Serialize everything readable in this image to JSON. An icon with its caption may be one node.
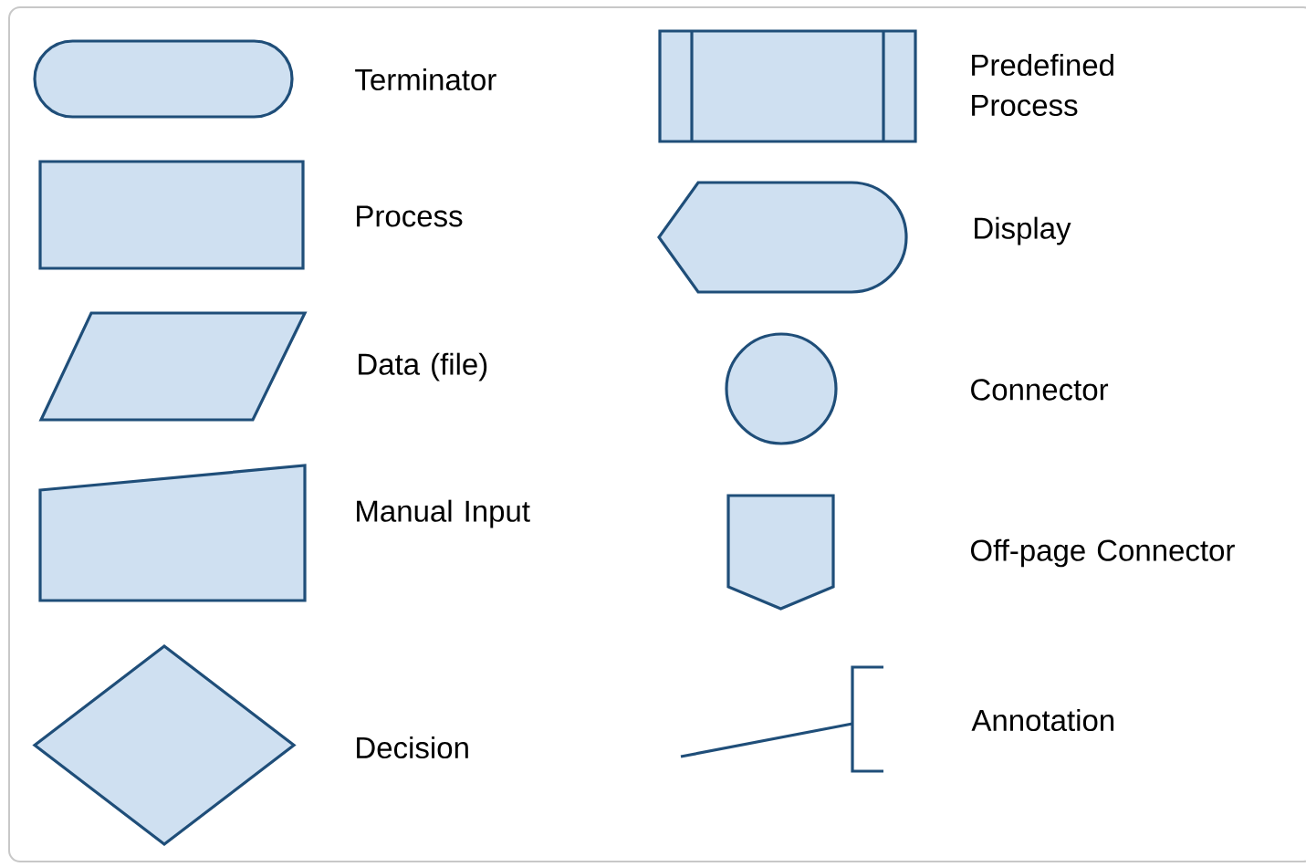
{
  "diagram": {
    "nodes": [
      {
        "text": [],
        "shape": "terminator"
      },
      {
        "text": [],
        "shape": "box"
      },
      {
        "text": [],
        "shape": "parallelogram"
      },
      {
        "text": [],
        "shape": "trapezoid"
      },
      {
        "text": [],
        "shape": "diamond"
      },
      {
        "text": [],
        "shape": "predefined"
      },
      {
        "text": [],
        "shape": "display"
      },
      {
        "text": [],
        "shape": "circle"
      },
      {
        "text": [],
        "shape": "pentagon"
      },
      {
        "text": [],
        "shape": "bracket"
      }
    ],
    "edges": [
      {
        "from": null,
        "to": 9,
        "arrow": "none"
      }
    ],
    "labels": [
      "Terminator",
      "Predefined Process",
      "Process",
      "Display",
      "Data (file)",
      "Connector",
      "Manual Input",
      "Off-page Connector",
      "Decision",
      "Annotation"
    ]
  }
}
